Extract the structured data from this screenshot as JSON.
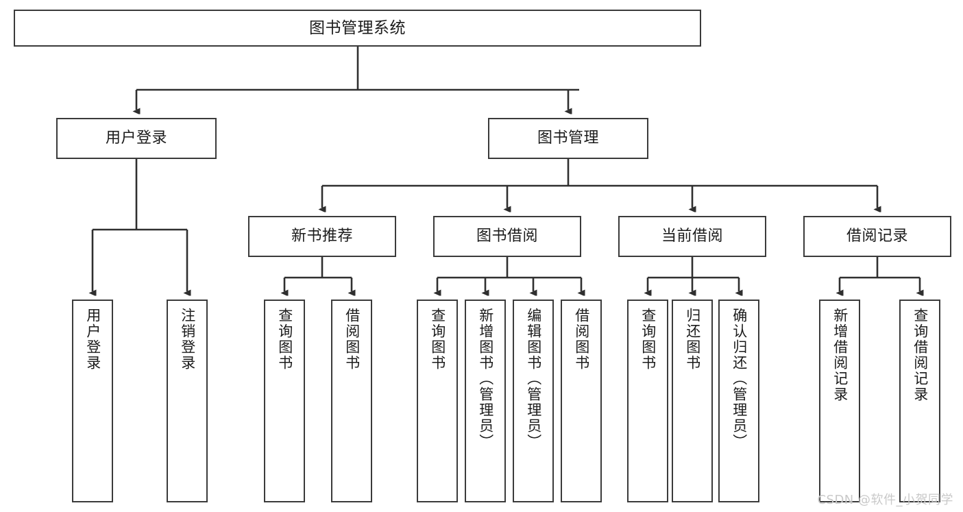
{
  "diagram": {
    "title": "图书管理系统",
    "type": "functional-structure-tree",
    "watermark": "CSDN @软件_小贺同学",
    "colors": {
      "box_border": "#3a3a3a",
      "box_fill": "#ffffff",
      "connector": "#2f2f2f",
      "text": "#1b1b1b",
      "watermark": "#c9c9c9",
      "background": "#ffffff"
    },
    "root": {
      "label": "图书管理系统"
    },
    "level2": [
      {
        "id": "user-login",
        "label": "用户登录"
      },
      {
        "id": "book-management",
        "label": "图书管理"
      }
    ],
    "level3": [
      {
        "id": "new-book-recommend",
        "label": "新书推荐"
      },
      {
        "id": "book-borrow",
        "label": "图书借阅"
      },
      {
        "id": "current-borrow",
        "label": "当前借阅"
      },
      {
        "id": "borrow-record",
        "label": "借阅记录"
      }
    ],
    "leaves": {
      "user_login": [
        {
          "id": "leaf-user-login",
          "label": "用户登录"
        },
        {
          "id": "leaf-logout-login",
          "label": "注销登录"
        }
      ],
      "new_book_recommend": [
        {
          "id": "leaf-query-book-1",
          "label": "查询图书"
        },
        {
          "id": "leaf-borrow-book-1",
          "label": "借阅图书"
        }
      ],
      "book_borrow": [
        {
          "id": "leaf-query-book-2",
          "label": "查询图书"
        },
        {
          "id": "leaf-add-book",
          "label": "新增图书（管理员）"
        },
        {
          "id": "leaf-edit-book",
          "label": "编辑图书（管理员）"
        },
        {
          "id": "leaf-borrow-book-2",
          "label": "借阅图书"
        }
      ],
      "current_borrow": [
        {
          "id": "leaf-query-book-3",
          "label": "查询图书"
        },
        {
          "id": "leaf-return-book",
          "label": "归还图书"
        },
        {
          "id": "leaf-confirm-return",
          "label": "确认归还（管理员）"
        }
      ],
      "borrow_record": [
        {
          "id": "leaf-add-record",
          "label": "新增借阅记录"
        },
        {
          "id": "leaf-query-record",
          "label": "查询借阅记录"
        }
      ]
    }
  }
}
